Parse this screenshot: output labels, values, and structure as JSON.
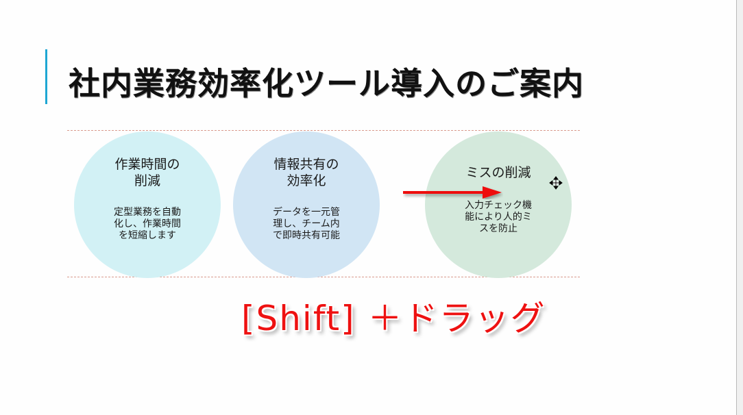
{
  "slide": {
    "title": "社内業務効率化ツール導入のご案内",
    "accent_color": "#1ea7d3",
    "guide_color": "#d9998c",
    "circles": [
      {
        "heading": "作業時間の\n削減",
        "body": "定型業務を自動\n化し、作業時間\nを短縮します",
        "color": "#d2f1f5"
      },
      {
        "heading": "情報共有の\n効率化",
        "body": "データを一元管\n理し、チーム内\nで即時共有可能",
        "color": "#d1e5f4"
      },
      {
        "heading": "ミスの削減",
        "body": "入力チェック機\n能により人的ミ\nスを防止",
        "color": "#d4e9dc"
      }
    ]
  },
  "annotation": {
    "caption": "[Shift] ＋ドラッグ",
    "arrow_color": "#ee1111",
    "cursor": "move-cursor-icon"
  }
}
